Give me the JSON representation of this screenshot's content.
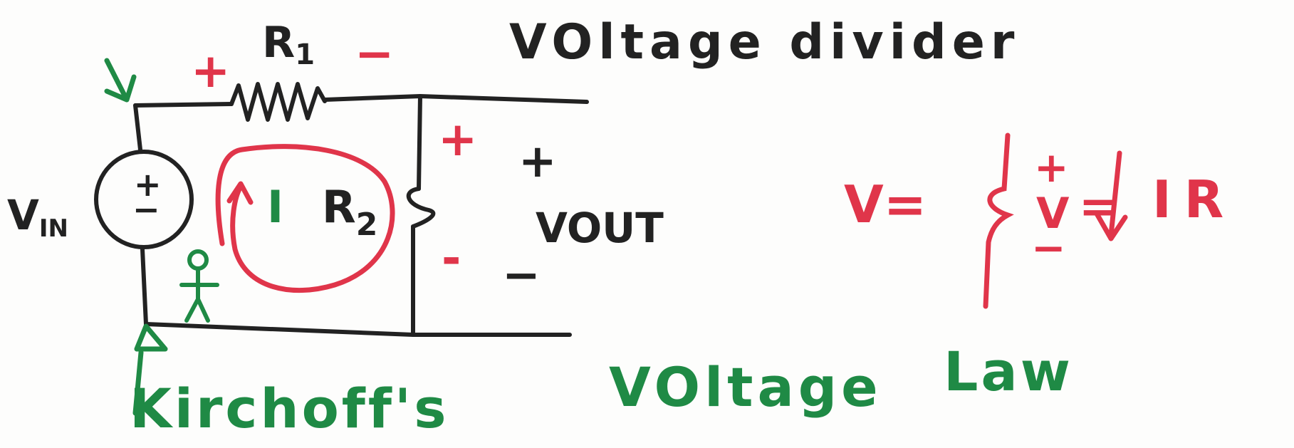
{
  "title": "VOltage divider",
  "labels": {
    "r1": "R1",
    "r1_plus": "+",
    "r1_minus": "−",
    "r2": "R2",
    "r2_plus": "+",
    "r2_minus": "-",
    "vin": "VIN",
    "source_plus": "+",
    "source_minus": "−",
    "current": "I",
    "vout": "VOUT",
    "vout_plus": "+",
    "vout_minus": "−",
    "kvl_word1": "Kirchoff's",
    "kvl_word2": "VOltage",
    "kvl_word3": "Law"
  },
  "ohms_law": {
    "left": "V=",
    "v": "V",
    "plus": "+",
    "minus": "−",
    "eq": "=",
    "right": "IR"
  },
  "colors": {
    "ink_black": "#222222",
    "ink_red": "#e0354a",
    "ink_green": "#1f8a45",
    "paper": "#fdfdfc"
  }
}
